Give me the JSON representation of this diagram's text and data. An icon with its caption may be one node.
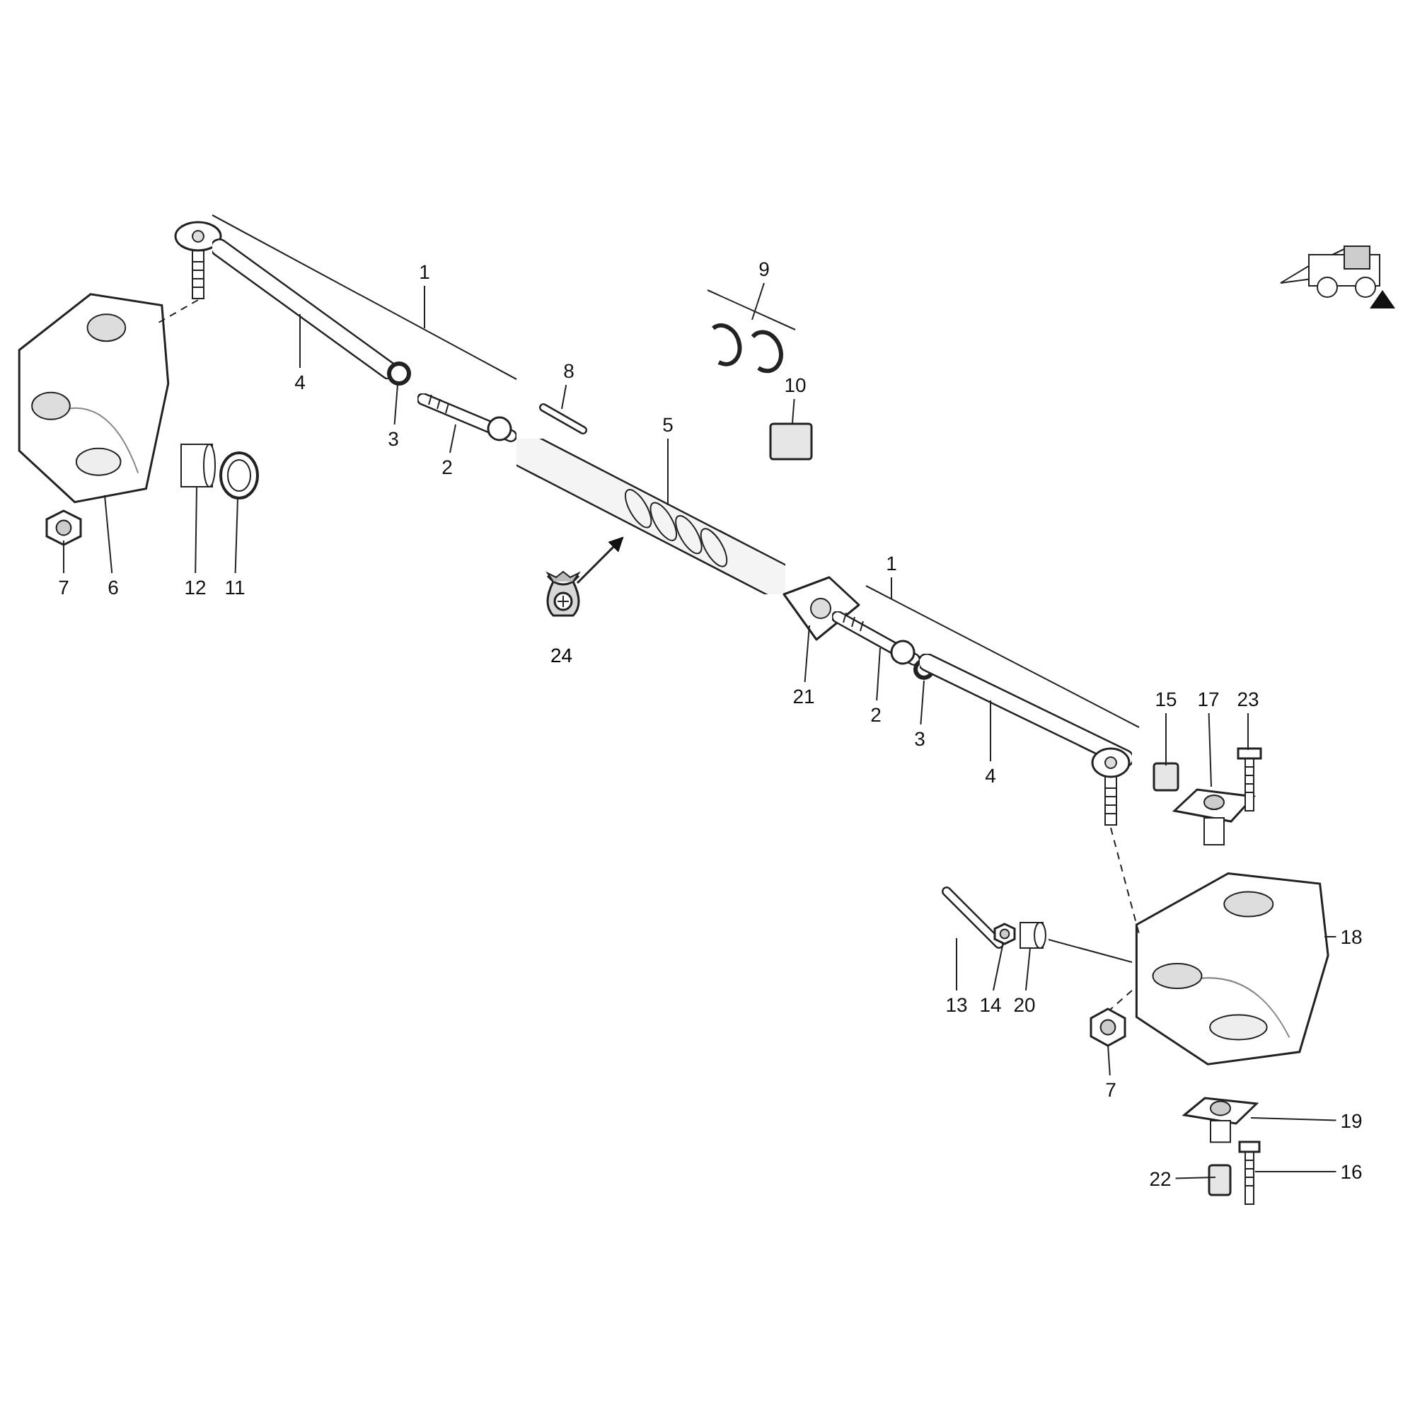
{
  "diagram": {
    "nodes": [
      {
        "text": [
          "1"
        ]
      },
      {
        "text": [
          "9"
        ]
      },
      {
        "text": [],
        "shape": "picture"
      },
      {
        "text": [],
        "shape": "picture"
      },
      {
        "text": [
          "4"
        ]
      },
      {
        "text": [],
        "shape": "picture"
      },
      {
        "text": [
          "8"
        ]
      },
      {
        "text": [],
        "shape": "picture"
      },
      {
        "text": [
          "10"
        ]
      },
      {
        "text": [],
        "shape": "box"
      },
      {
        "text": [],
        "shape": "circle"
      },
      {
        "text": [
          "3"
        ]
      },
      {
        "text": [
          "5"
        ]
      },
      {
        "text": [],
        "shape": "picture"
      },
      {
        "text": [],
        "shape": "picture"
      },
      {
        "text": [
          "2"
        ]
      },
      {
        "text": [],
        "shape": "cylinder"
      },
      {
        "text": [],
        "shape": "picture"
      },
      {
        "text": [],
        "shape": "picture"
      },
      {
        "text": [
          "7"
        ]
      },
      {
        "text": [
          "6"
        ]
      },
      {
        "text": [
          "12"
        ]
      },
      {
        "text": [
          "11"
        ]
      },
      {
        "text": [],
        "shape": "picture",
        "beside": [
          "24"
        ]
      },
      {
        "text": [],
        "shape": "picture"
      },
      {
        "text": [],
        "shape": "picture"
      },
      {
        "text": [],
        "shape": "circle"
      },
      {
        "text": [
          "1"
        ]
      },
      {
        "text": [
          "21"
        ]
      },
      {
        "text": [
          "2"
        ]
      },
      {
        "text": [
          "15"
        ]
      },
      {
        "text": [
          "17"
        ]
      },
      {
        "text": [
          "23"
        ]
      },
      {
        "text": [
          "3"
        ]
      },
      {
        "text": [],
        "shape": "picture"
      },
      {
        "text": [],
        "shape": "picture"
      },
      {
        "text": [
          "4"
        ]
      },
      {
        "text": [],
        "shape": "box"
      },
      {
        "text": [],
        "shape": "picture"
      },
      {
        "text": [],
        "shape": "picture"
      },
      {
        "text": [],
        "shape": "picture"
      },
      {
        "text": [],
        "shape": "picture"
      },
      {
        "text": [],
        "shape": "cylinder"
      },
      {
        "text": [],
        "shape": "picture"
      },
      {
        "text": [
          "18"
        ]
      },
      {
        "text": [
          "13"
        ]
      },
      {
        "text": [
          "14"
        ]
      },
      {
        "text": [
          "20"
        ]
      },
      {
        "text": [],
        "shape": "picture"
      },
      {
        "text": [
          "7"
        ]
      },
      {
        "text": [],
        "shape": "picture"
      },
      {
        "text": [
          "19"
        ]
      },
      {
        "text": [],
        "shape": "box"
      },
      {
        "text": [],
        "shape": "picture"
      },
      {
        "text": [
          "22"
        ]
      },
      {
        "text": [
          "16"
        ]
      },
      {
        "text": [],
        "shape": "picture"
      }
    ],
    "edges": [
      {
        "from": 0,
        "to": null,
        "arrow": "none"
      },
      {
        "from": 1,
        "to": 56,
        "arrow": "none"
      },
      {
        "from": 4,
        "to": 5,
        "arrow": "none"
      },
      {
        "from": 6,
        "to": 7,
        "arrow": "none"
      },
      {
        "from": 8,
        "to": 9,
        "arrow": "none"
      },
      {
        "from": 11,
        "to": 10,
        "arrow": "none"
      },
      {
        "from": 12,
        "to": 13,
        "arrow": "none"
      },
      {
        "from": 15,
        "to": 14,
        "arrow": "none"
      },
      {
        "from": 19,
        "to": 18,
        "arrow": "none"
      },
      {
        "from": 20,
        "to": 3,
        "arrow": "none"
      },
      {
        "from": 21,
        "to": 16,
        "arrow": "none"
      },
      {
        "from": 22,
        "to": 17,
        "arrow": "none"
      },
      {
        "from": 23,
        "to": 13,
        "arrow": "to"
      },
      {
        "from": 27,
        "to": null,
        "arrow": "none"
      },
      {
        "from": 28,
        "to": 24,
        "arrow": "none"
      },
      {
        "from": 29,
        "to": 25,
        "arrow": "none"
      },
      {
        "from": 30,
        "to": 37,
        "arrow": "none"
      },
      {
        "from": 31,
        "to": 38,
        "arrow": "none"
      },
      {
        "from": 32,
        "to": 39,
        "arrow": "none"
      },
      {
        "from": 33,
        "to": 26,
        "arrow": "none"
      },
      {
        "from": 36,
        "to": 34,
        "arrow": "none"
      },
      {
        "from": 44,
        "to": 43,
        "arrow": "none"
      },
      {
        "from": 45,
        "to": 40,
        "arrow": "none"
      },
      {
        "from": 46,
        "to": 41,
        "arrow": "none"
      },
      {
        "from": 47,
        "to": 42,
        "arrow": "none"
      },
      {
        "from": 49,
        "to": 48,
        "arrow": "none"
      },
      {
        "from": 51,
        "to": 50,
        "arrow": "none"
      },
      {
        "from": 54,
        "to": 52,
        "arrow": "none"
      },
      {
        "from": 55,
        "to": 53,
        "arrow": "none"
      },
      {
        "from": 2,
        "to": 3,
        "arrow": "none",
        "style": "dashed"
      },
      {
        "from": 35,
        "to": 43,
        "arrow": "none",
        "style": "dashed"
      },
      {
        "from": 43,
        "to": 48,
        "arrow": "none",
        "style": "dashed"
      },
      {
        "from": 42,
        "to": 43,
        "arrow": "none"
      }
    ]
  }
}
